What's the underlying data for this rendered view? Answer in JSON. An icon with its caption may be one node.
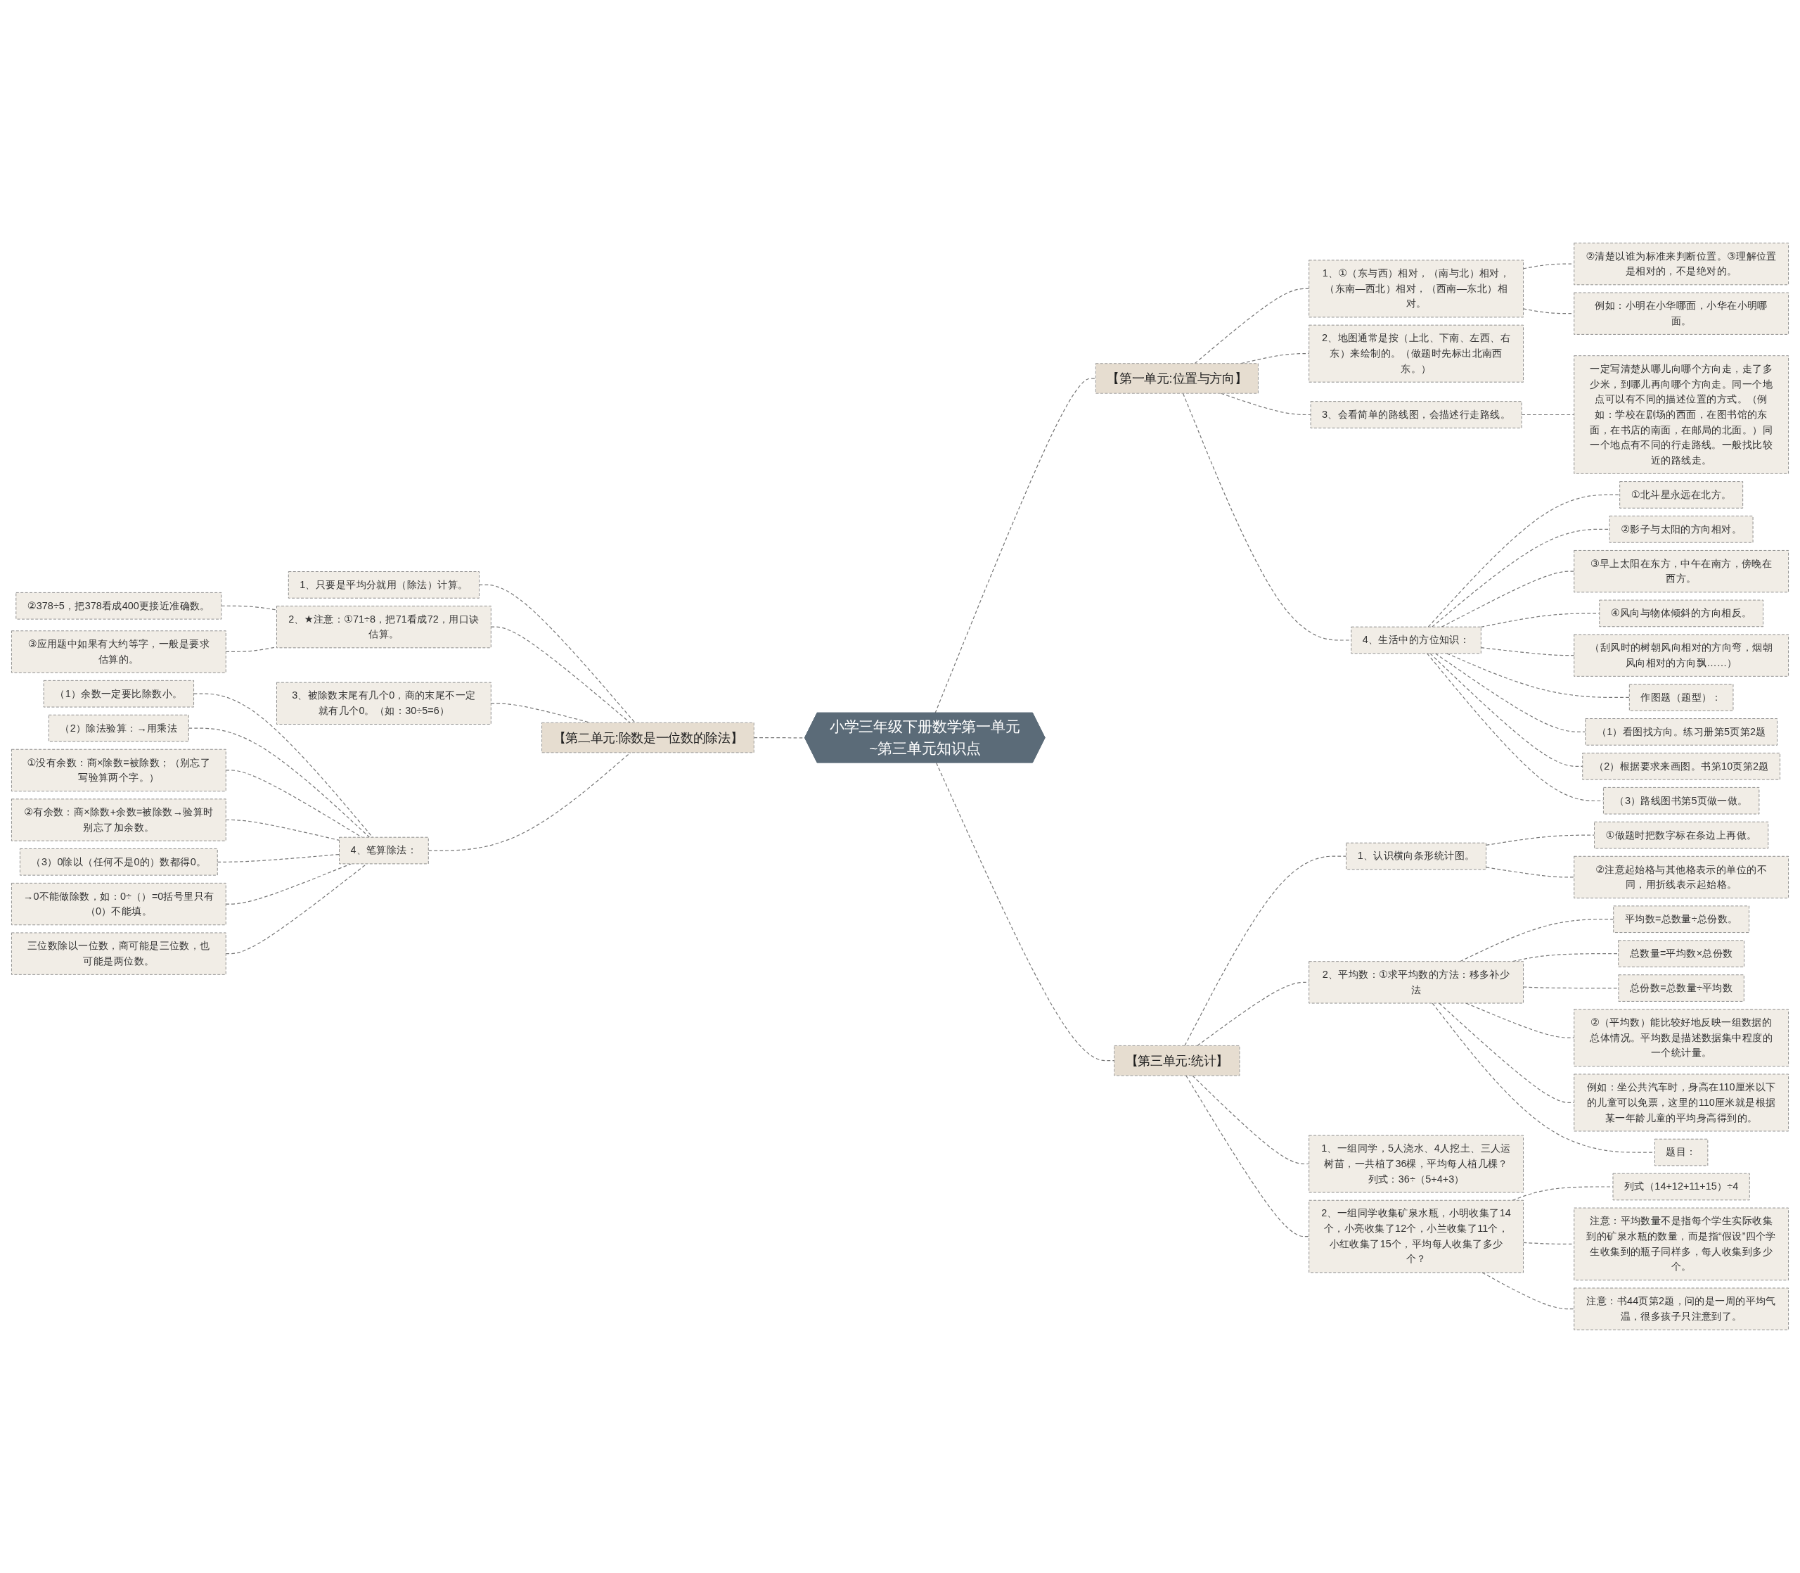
{
  "diagram": {
    "nodes": [
      {
        "text": [
          "小学三年级下册数学第一单元~第三单元知识点"
        ]
      },
      {
        "text": [
          "【第一单元:位置与方向】"
        ]
      },
      {
        "text": [
          "1、①（东与西）相对，（南与北）相对，（东南—西北）相对，（西南—东北）相对。"
        ]
      },
      {
        "text": [
          "②清楚以谁为标准来判断位置。③理解位置是相对的，不是绝对的。"
        ]
      },
      {
        "text": [
          "例如：小明在小华哪面，小华在小明哪面。"
        ]
      },
      {
        "text": [
          "2、地图通常是按（上北、下南、左西、右东）来绘制的。（做题时先标出北南西东。）"
        ]
      },
      {
        "text": [
          "3、会看简单的路线图，会描述行走路线。"
        ]
      },
      {
        "text": [
          "一定写清楚从哪儿向哪个方向走，走了多少米，到哪儿再向哪个方向走。同一个地点可以有不同的描述位置的方式。（例如：学校在剧场的西面，在图书馆的东面，在书店的南面，在邮局的北面。）同一个地点有不同的行走路线。一般找比较近的路线走。"
        ]
      },
      {
        "text": [
          "4、生活中的方位知识："
        ]
      },
      {
        "text": [
          "①北斗星永远在北方。"
        ]
      },
      {
        "text": [
          "②影子与太阳的方向相对。"
        ]
      },
      {
        "text": [
          "③早上太阳在东方，中午在南方，傍晚在西方。"
        ]
      },
      {
        "text": [
          "④风向与物体倾斜的方向相反。"
        ]
      },
      {
        "text": [
          "（刮风时的树朝风向相对的方向弯，烟朝风向相对的方向飘……）"
        ]
      },
      {
        "text": [
          "作图题（题型）："
        ]
      },
      {
        "text": [
          "（1）看图找方向。练习册第5页第2题"
        ]
      },
      {
        "text": [
          "（2）根据要求来画图。书第10页第2题"
        ]
      },
      {
        "text": [
          "（3）路线图书第5页做一做。"
        ]
      },
      {
        "text": [
          "【第二单元:除数是一位数的除法】"
        ]
      },
      {
        "text": [
          "1、只要是平均分就用（除法）计算。"
        ]
      },
      {
        "text": [
          "2、★注意：①71÷8，把71看成72，用口诀估算。"
        ]
      },
      {
        "text": [
          "②378÷5，把378看成400更接近准确数。"
        ]
      },
      {
        "text": [
          "③应用题中如果有大约等字，一般是要求估算的。"
        ]
      },
      {
        "text": [
          "3、被除数末尾有几个0，商的末尾不一定就有几个0。（如：30÷5=6）"
        ]
      },
      {
        "text": [
          "4、笔算除法："
        ]
      },
      {
        "text": [
          "（1）余数一定要比除数小。"
        ]
      },
      {
        "text": [
          "（2）除法验算：→用乘法"
        ]
      },
      {
        "text": [
          "①没有余数：商×除数=被除数；（别忘了写验算两个字。）"
        ]
      },
      {
        "text": [
          "②有余数：商×除数+余数=被除数→验算时别忘了加余数。"
        ]
      },
      {
        "text": [
          "（3）0除以（任何不是0的）数都得0。"
        ]
      },
      {
        "text": [
          "→0不能做除数，如：0÷（）=0括号里只有（0）不能填。"
        ]
      },
      {
        "text": [
          "三位数除以一位数，商可能是三位数，也可能是两位数。"
        ]
      },
      {
        "text": [
          "【第三单元:统计】"
        ]
      },
      {
        "text": [
          "1、认识横向条形统计图。"
        ]
      },
      {
        "text": [
          "①做题时把数字标在条边上再做。"
        ]
      },
      {
        "text": [
          "②注意起始格与其他格表示的单位的不同，用折线表示起始格。"
        ]
      },
      {
        "text": [
          "2、平均数：①求平均数的方法：移多补少法"
        ]
      },
      {
        "text": [
          "平均数=总数量÷总份数。"
        ]
      },
      {
        "text": [
          "总数量=平均数×总份数"
        ]
      },
      {
        "text": [
          "总份数=总数量÷平均数"
        ]
      },
      {
        "text": [
          "②（平均数）能比较好地反映一组数据的总体情况。平均数是描述数据集中程度的一个统计量。"
        ]
      },
      {
        "text": [
          "例如：坐公共汽车时，身高在110厘米以下的儿童可以免票，这里的110厘米就是根据某一年龄儿童的平均身高得到的。"
        ]
      },
      {
        "text": [
          "题目："
        ]
      },
      {
        "text": [
          "1、一组同学，5人浇水、4人挖土、三人运树苗，一共植了36棵，平均每人植几棵？列式：36÷（5+4+3）"
        ]
      },
      {
        "text": [
          "2、一组同学收集矿泉水瓶，小明收集了14个，小亮收集了12个，小兰收集了11个，小红收集了15个，平均每人收集了多少个？"
        ]
      },
      {
        "text": [
          "列式（14+12+11+15）÷4"
        ]
      },
      {
        "text": [
          "注意：平均数量不是指每个学生实际收集到的矿泉水瓶的数量，而是指“假设”四个学生收集到的瓶子同样多，每人收集到多少个。"
        ]
      },
      {
        "text": [
          "注意：书44页第2题，问的是一周的平均气温，很多孩子只注意到了。"
        ]
      }
    ],
    "edges": [
      {
        "from": 0,
        "to": 1,
        "arrow": "none",
        "style": "dashed"
      },
      {
        "from": 1,
        "to": 2,
        "arrow": "none",
        "style": "dashed"
      },
      {
        "from": 2,
        "to": 3,
        "arrow": "none",
        "style": "dashed"
      },
      {
        "from": 2,
        "to": 4,
        "arrow": "none",
        "style": "dashed"
      },
      {
        "from": 1,
        "to": 5,
        "arrow": "none",
        "style": "dashed"
      },
      {
        "from": 1,
        "to": 6,
        "arrow": "none",
        "style": "dashed"
      },
      {
        "from": 6,
        "to": 7,
        "arrow": "none",
        "style": "dashed"
      },
      {
        "from": 1,
        "to": 8,
        "arrow": "none",
        "style": "dashed"
      },
      {
        "from": 8,
        "to": 9,
        "arrow": "none",
        "style": "dashed"
      },
      {
        "from": 8,
        "to": 10,
        "arrow": "none",
        "style": "dashed"
      },
      {
        "from": 8,
        "to": 11,
        "arrow": "none",
        "style": "dashed"
      },
      {
        "from": 8,
        "to": 12,
        "arrow": "none",
        "style": "dashed"
      },
      {
        "from": 8,
        "to": 13,
        "arrow": "none",
        "style": "dashed"
      },
      {
        "from": 8,
        "to": 14,
        "arrow": "none",
        "style": "dashed"
      },
      {
        "from": 8,
        "to": 15,
        "arrow": "none",
        "style": "dashed"
      },
      {
        "from": 8,
        "to": 16,
        "arrow": "none",
        "style": "dashed"
      },
      {
        "from": 8,
        "to": 17,
        "arrow": "none",
        "style": "dashed"
      },
      {
        "from": 0,
        "to": 18,
        "arrow": "none",
        "style": "dashed"
      },
      {
        "from": 18,
        "to": 19,
        "arrow": "none",
        "style": "dashed"
      },
      {
        "from": 18,
        "to": 20,
        "arrow": "none",
        "style": "dashed"
      },
      {
        "from": 20,
        "to": 21,
        "arrow": "none",
        "style": "dashed"
      },
      {
        "from": 20,
        "to": 22,
        "arrow": "none",
        "style": "dashed"
      },
      {
        "from": 18,
        "to": 23,
        "arrow": "none",
        "style": "dashed"
      },
      {
        "from": 18,
        "to": 24,
        "arrow": "none",
        "style": "dashed"
      },
      {
        "from": 24,
        "to": 25,
        "arrow": "none",
        "style": "dashed"
      },
      {
        "from": 24,
        "to": 26,
        "arrow": "none",
        "style": "dashed"
      },
      {
        "from": 24,
        "to": 27,
        "arrow": "none",
        "style": "dashed"
      },
      {
        "from": 24,
        "to": 28,
        "arrow": "none",
        "style": "dashed"
      },
      {
        "from": 24,
        "to": 29,
        "arrow": "none",
        "style": "dashed"
      },
      {
        "from": 24,
        "to": 30,
        "arrow": "none",
        "style": "dashed"
      },
      {
        "from": 24,
        "to": 31,
        "arrow": "none",
        "style": "dashed"
      },
      {
        "from": 0,
        "to": 32,
        "arrow": "none",
        "style": "dashed"
      },
      {
        "from": 32,
        "to": 33,
        "arrow": "none",
        "style": "dashed"
      },
      {
        "from": 33,
        "to": 34,
        "arrow": "none",
        "style": "dashed"
      },
      {
        "from": 33,
        "to": 35,
        "arrow": "none",
        "style": "dashed"
      },
      {
        "from": 32,
        "to": 36,
        "arrow": "none",
        "style": "dashed"
      },
      {
        "from": 36,
        "to": 37,
        "arrow": "none",
        "style": "dashed"
      },
      {
        "from": 36,
        "to": 38,
        "arrow": "none",
        "style": "dashed"
      },
      {
        "from": 36,
        "to": 39,
        "arrow": "none",
        "style": "dashed"
      },
      {
        "from": 36,
        "to": 40,
        "arrow": "none",
        "style": "dashed"
      },
      {
        "from": 36,
        "to": 41,
        "arrow": "none",
        "style": "dashed"
      },
      {
        "from": 36,
        "to": 42,
        "arrow": "none",
        "style": "dashed"
      },
      {
        "from": 32,
        "to": 43,
        "arrow": "none",
        "style": "dashed"
      },
      {
        "from": 32,
        "to": 44,
        "arrow": "none",
        "style": "dashed"
      },
      {
        "from": 44,
        "to": 45,
        "arrow": "none",
        "style": "dashed"
      },
      {
        "from": 44,
        "to": 46,
        "arrow": "none",
        "style": "dashed"
      },
      {
        "from": 44,
        "to": 47,
        "arrow": "none",
        "style": "dashed"
      }
    ]
  }
}
